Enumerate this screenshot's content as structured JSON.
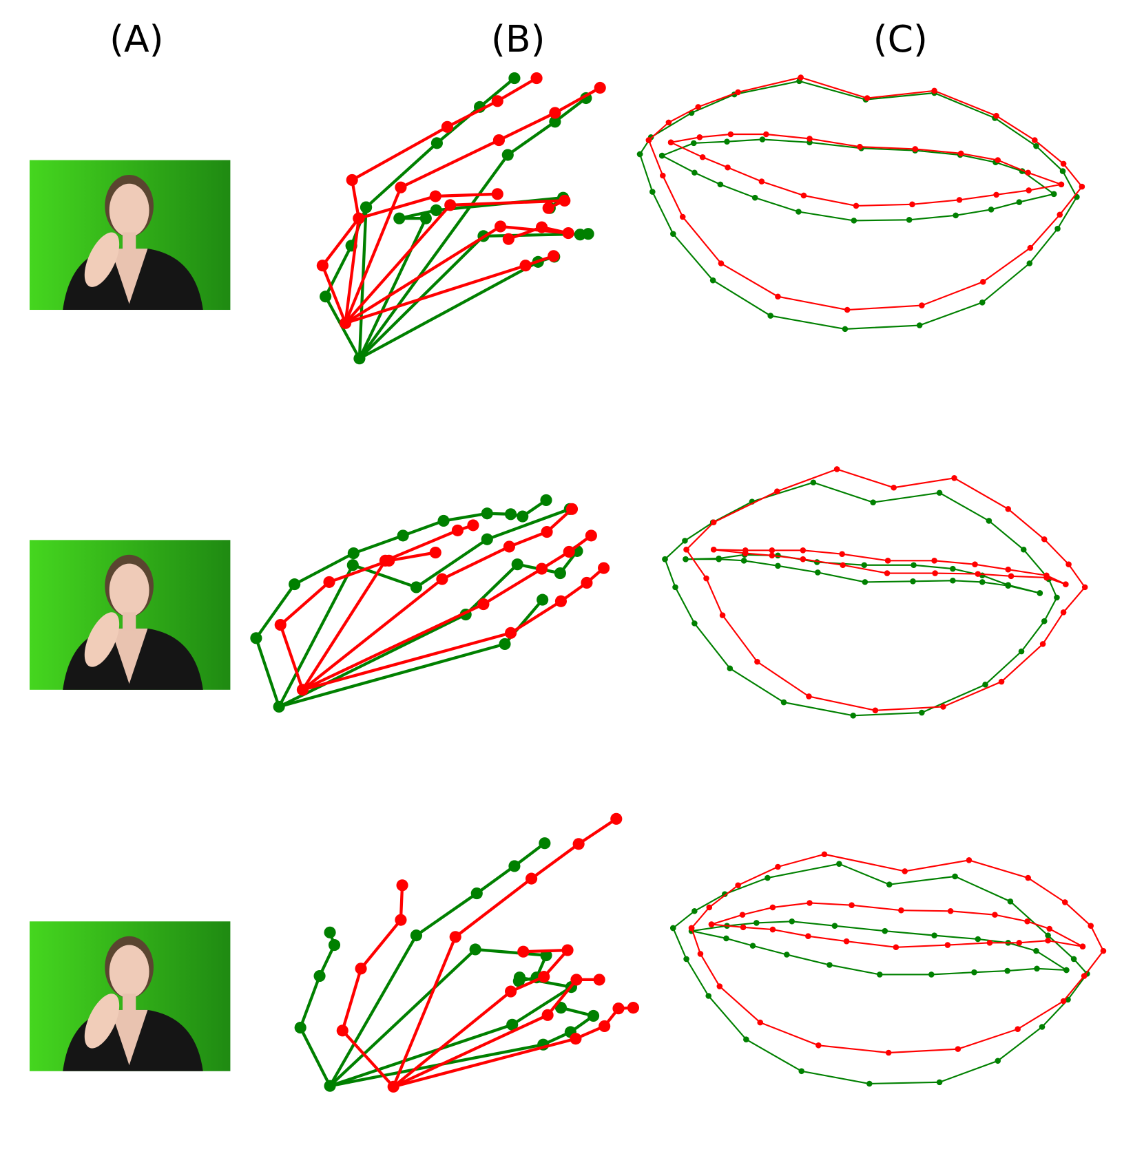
{
  "panels": {
    "a_label": "(A)",
    "b_label": "(B)",
    "c_label": "(C)"
  },
  "colors": {
    "reference": "#ff0000",
    "predicted": "#008000",
    "background_green": "#3fcf1f"
  },
  "rows": [
    {
      "photo": "signer-photo-1"
    },
    {
      "photo": "signer-photo-2"
    },
    {
      "photo": "signer-photo-3"
    }
  ]
}
